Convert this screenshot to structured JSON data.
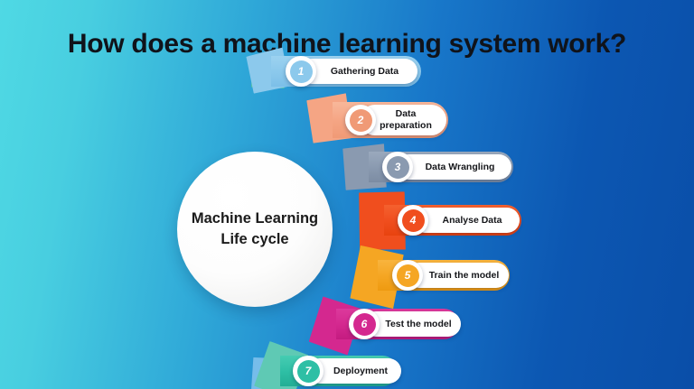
{
  "title": "How does a machine learning system work?",
  "center": {
    "line1": "Machine Learning",
    "line2": "Life cycle"
  },
  "colors": {
    "background_left": "#4FD9E4",
    "background_right": "#0A4EA8",
    "title_text": "#10131A",
    "pill_background": "#FFFFFF",
    "center_circle": "#FFFFFF",
    "deco_green": "#5BC4A0",
    "deco_blue": "#7FC1EC"
  },
  "steps": [
    {
      "number": "1",
      "label": "Gathering Data",
      "color": "#8CC9EC",
      "color_dark": "#6FB7E4",
      "name": "gathering-data"
    },
    {
      "number": "2",
      "label": "Data preparation",
      "color": "#F5A584",
      "color_dark": "#EE9068",
      "name": "data-preparation"
    },
    {
      "number": "3",
      "label": "Data Wrangling",
      "color": "#8A9AB0",
      "color_dark": "#74859D",
      "name": "data-wrangling"
    },
    {
      "number": "4",
      "label": "Analyse Data",
      "color": "#F04E1E",
      "color_dark": "#E8410F",
      "name": "analyse-data"
    },
    {
      "number": "5",
      "label": "Train the model",
      "color": "#F5A623",
      "color_dark": "#EE9A10",
      "name": "train-the-model"
    },
    {
      "number": "6",
      "label": "Test the model",
      "color": "#D4288F",
      "color_dark": "#C41B80",
      "name": "test-the-model"
    },
    {
      "number": "7",
      "label": "Deployment",
      "color": "#2EBFA5",
      "color_dark": "#23AE95",
      "name": "deployment"
    }
  ]
}
